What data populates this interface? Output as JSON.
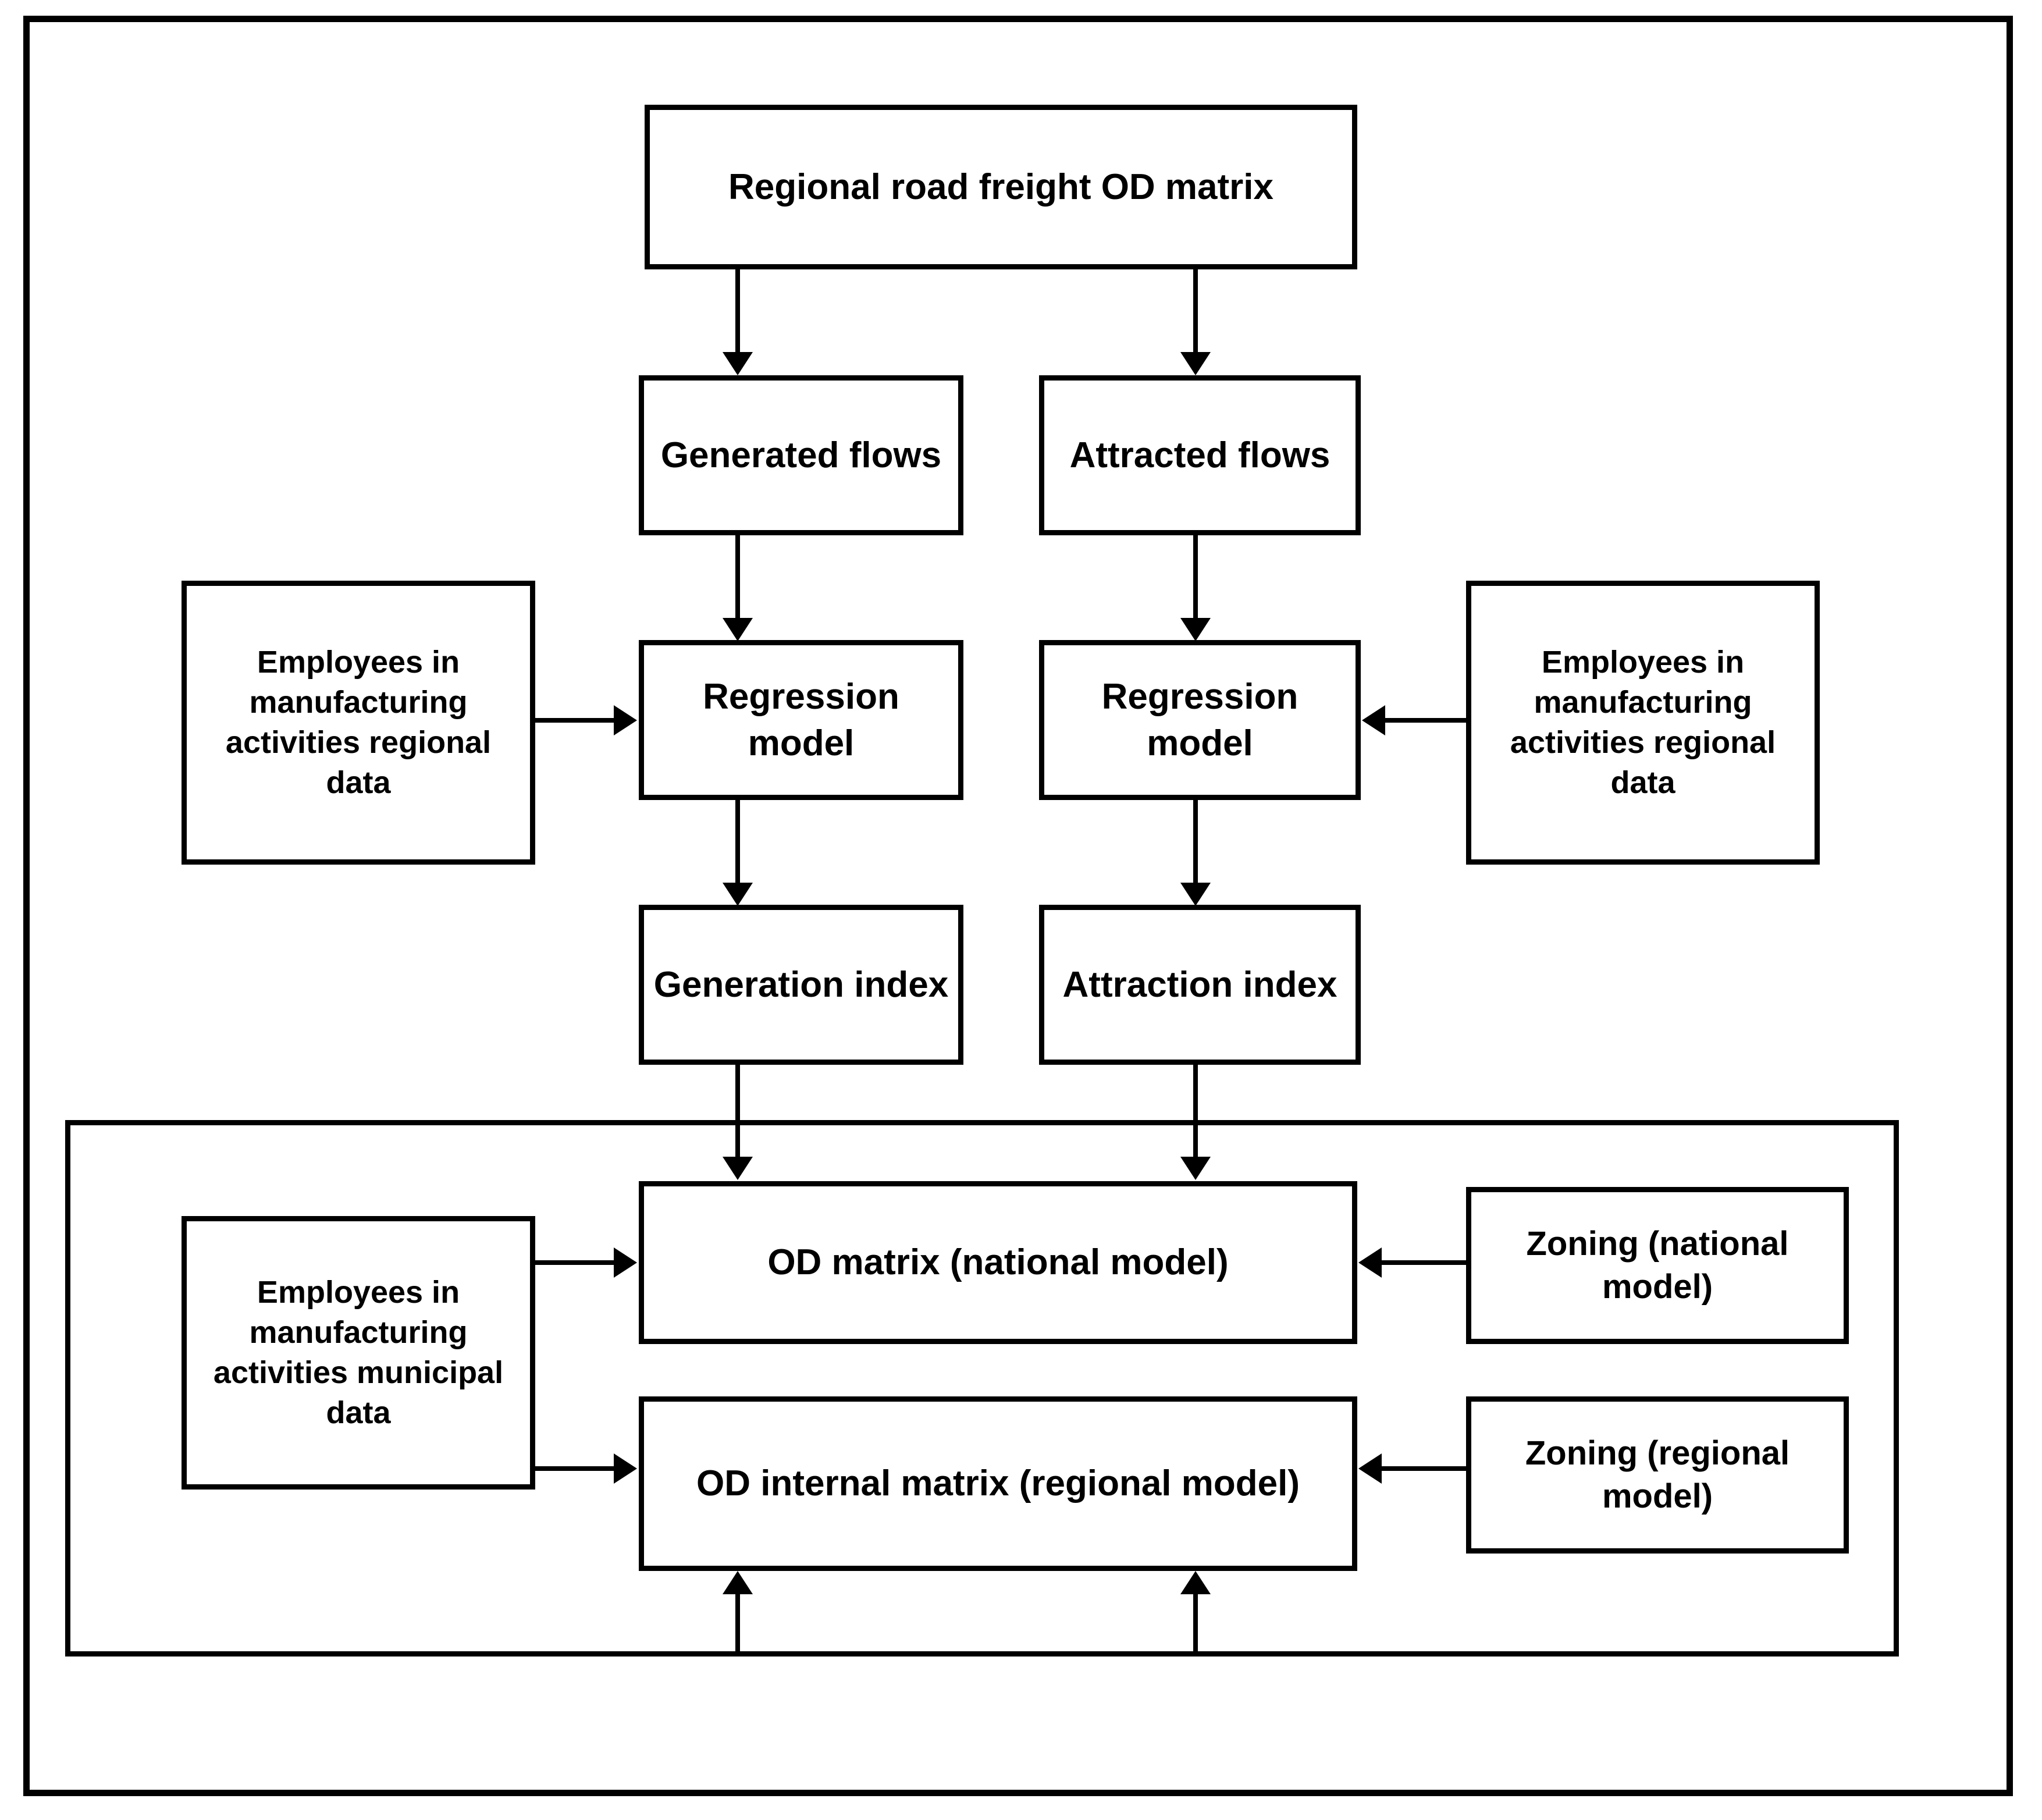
{
  "diagram": {
    "title": "Regional road freight OD matrix model flowchart",
    "line_color": "#000000",
    "background_color": "#ffffff",
    "nodes": {
      "source": {
        "label": "Regional road freight OD matrix"
      },
      "generated_flows": {
        "label": "Generated flows"
      },
      "attracted_flows": {
        "label": "Attracted flows"
      },
      "employees_regional_left": {
        "label": "Employees in manufacturing activities regional data"
      },
      "employees_regional_right": {
        "label": "Employees in manufacturing activities regional data"
      },
      "regression_left": {
        "label": "Regression model"
      },
      "regression_right": {
        "label": "Regression model"
      },
      "generation_index": {
        "label": "Generation index"
      },
      "attraction_index": {
        "label": "Attraction index"
      },
      "employees_municipal": {
        "label": "Employees in manufacturing activities municipal data"
      },
      "od_matrix_national": {
        "label": "OD matrix (national model)"
      },
      "od_internal_regional": {
        "label": "OD internal matrix (regional model)"
      },
      "zoning_national": {
        "label": "Zoning (national model)"
      },
      "zoning_regional": {
        "label": "Zoning (regional model)"
      }
    },
    "edges": [
      {
        "from": "source",
        "to": "generated_flows",
        "direction": "down"
      },
      {
        "from": "source",
        "to": "attracted_flows",
        "direction": "down"
      },
      {
        "from": "generated_flows",
        "to": "regression_left",
        "direction": "down"
      },
      {
        "from": "attracted_flows",
        "to": "regression_right",
        "direction": "down"
      },
      {
        "from": "employees_regional_left",
        "to": "regression_left",
        "direction": "right"
      },
      {
        "from": "employees_regional_right",
        "to": "regression_right",
        "direction": "left"
      },
      {
        "from": "regression_left",
        "to": "generation_index",
        "direction": "down"
      },
      {
        "from": "regression_right",
        "to": "attraction_index",
        "direction": "down"
      },
      {
        "from": "generation_index",
        "to": "od_matrix_national",
        "direction": "down"
      },
      {
        "from": "attraction_index",
        "to": "od_matrix_national",
        "direction": "down"
      },
      {
        "from": "employees_municipal",
        "to": "od_matrix_national",
        "direction": "right"
      },
      {
        "from": "employees_municipal",
        "to": "od_internal_regional",
        "direction": "right"
      },
      {
        "from": "zoning_national",
        "to": "od_matrix_national",
        "direction": "left"
      },
      {
        "from": "zoning_regional",
        "to": "od_internal_regional",
        "direction": "left"
      },
      {
        "from": "group_boundary",
        "to": "od_internal_regional",
        "direction": "up"
      },
      {
        "from": "group_boundary",
        "to": "od_internal_regional",
        "direction": "up"
      }
    ]
  }
}
